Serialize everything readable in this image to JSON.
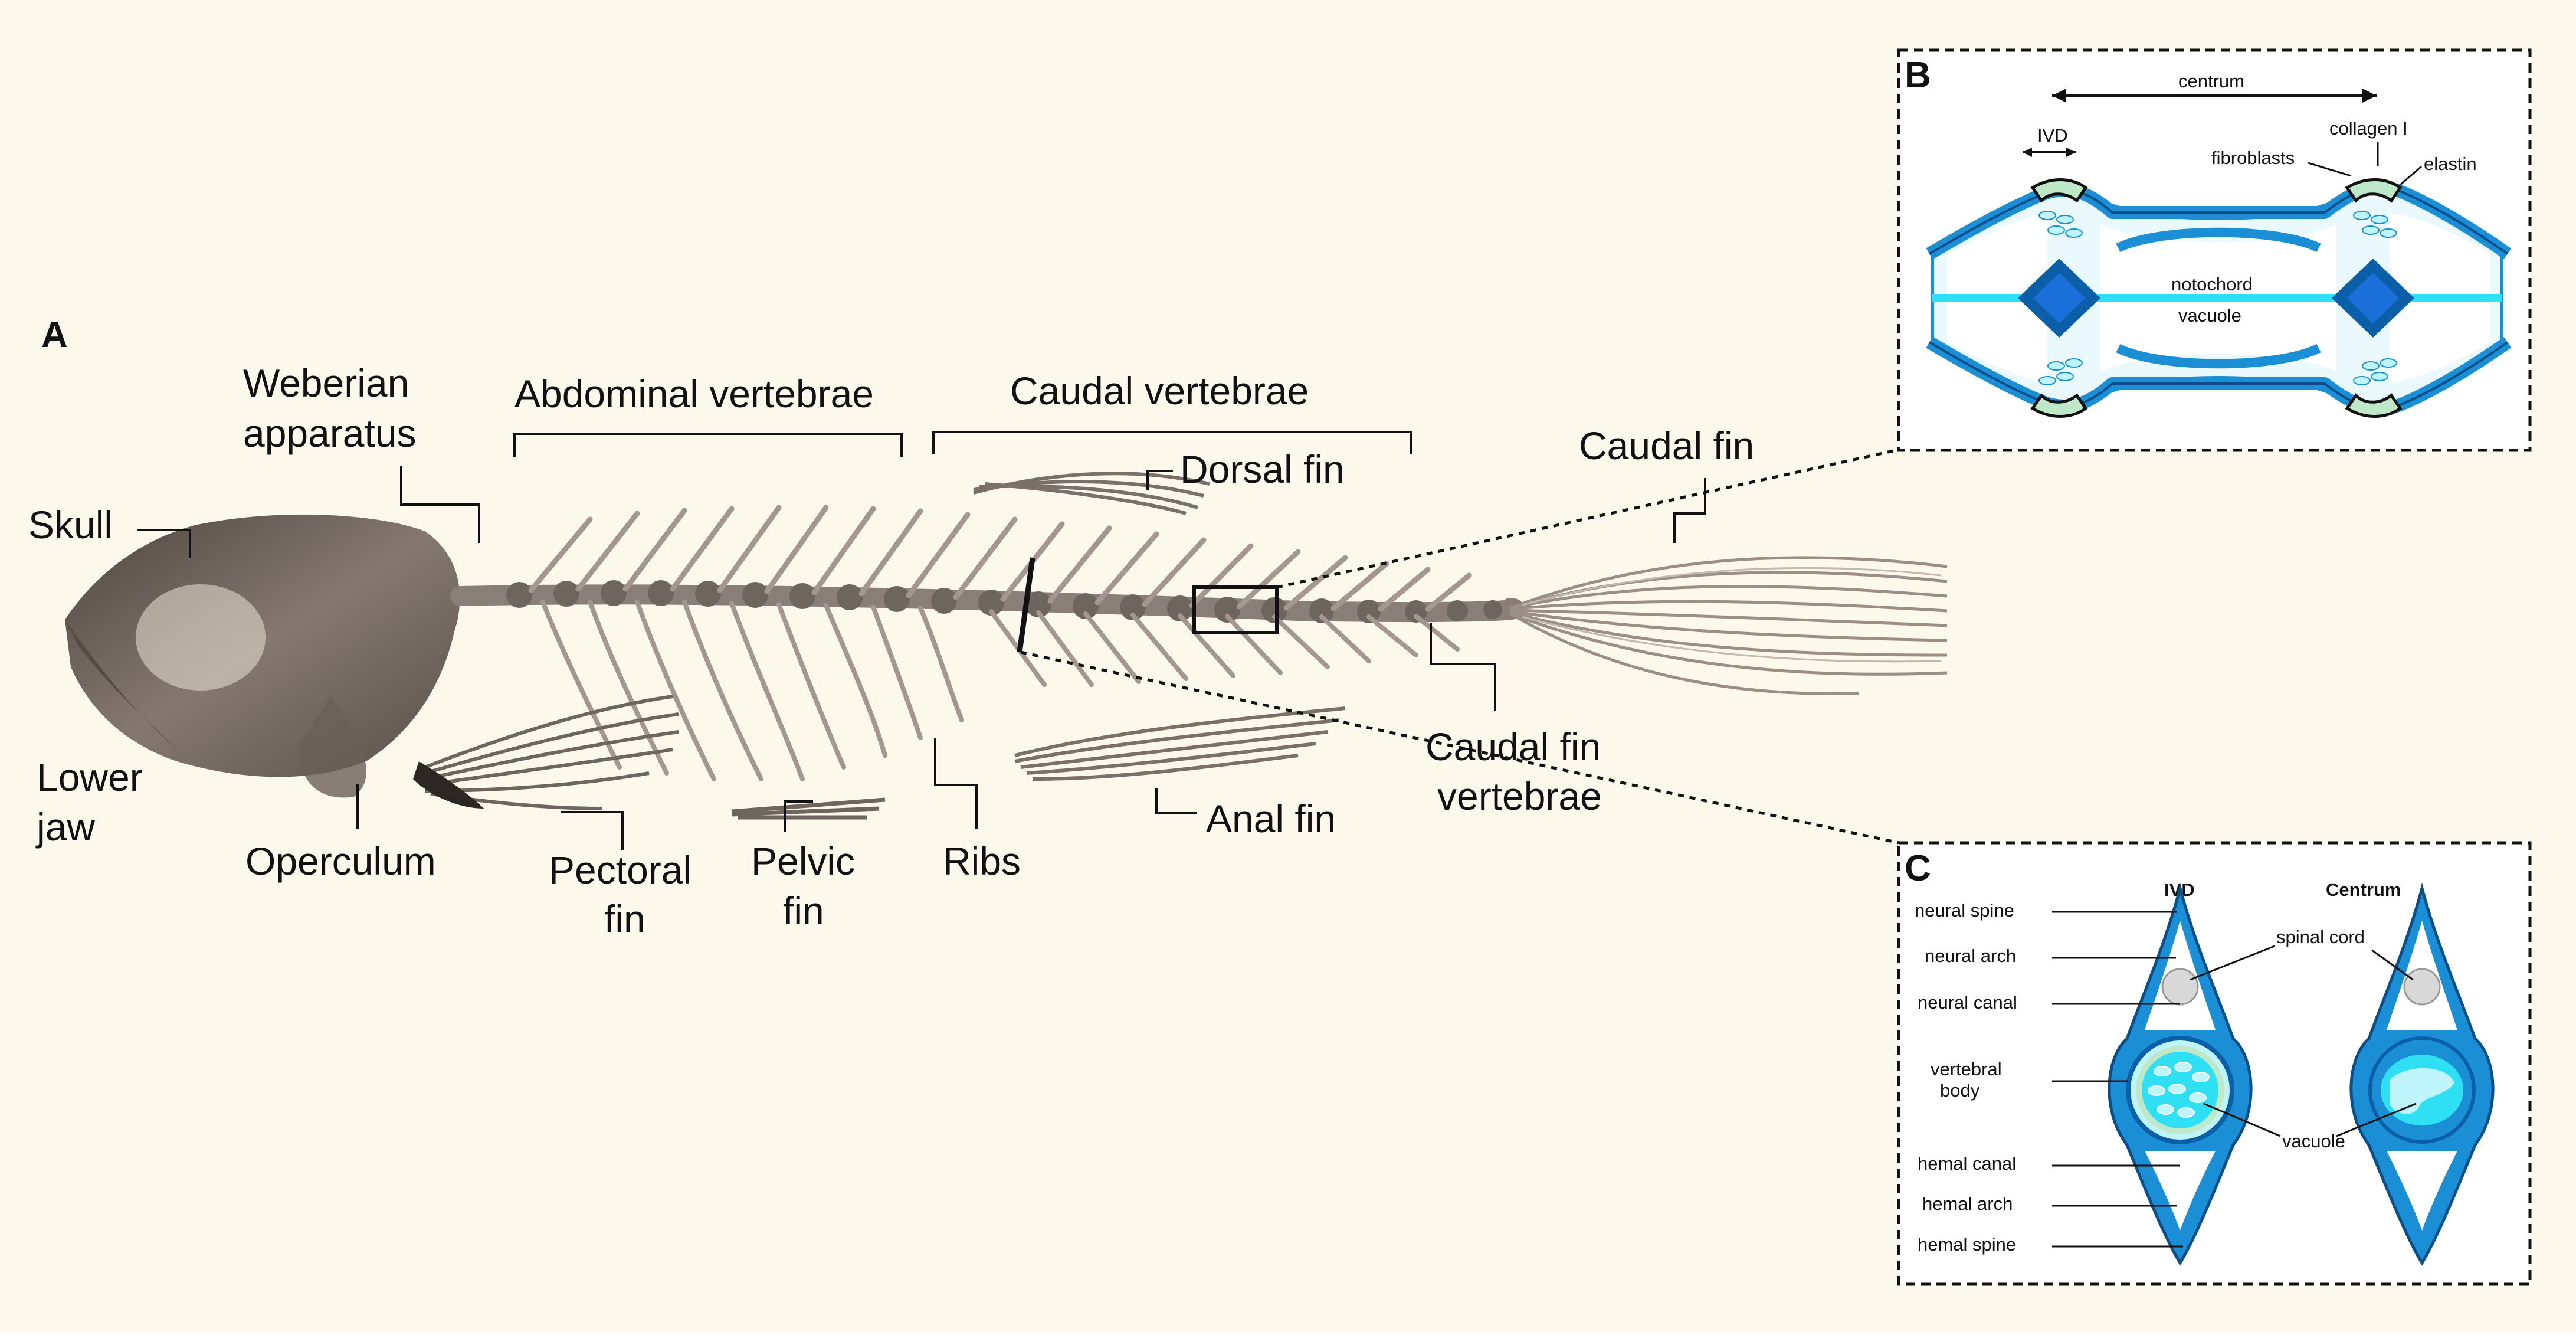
{
  "panels": {
    "a": "A",
    "b": "B",
    "c": "C"
  },
  "fish_labels": {
    "weberian_1": "Weberian",
    "weberian_2": "apparatus",
    "abdominal": "Abdominal vertebrae",
    "caudal_vert": "Caudal vertebrae",
    "caudal_fin": "Caudal fin",
    "dorsal_fin": "Dorsal fin",
    "skull": "Skull",
    "lower_jaw_1": "Lower",
    "lower_jaw_2": "jaw",
    "operculum": "Operculum",
    "pectoral_1": "Pectoral",
    "pectoral_2": "fin",
    "pelvic_1": "Pelvic",
    "pelvic_2": "fin",
    "ribs": "Ribs",
    "anal_fin": "Anal fin",
    "caudal_fin_vert_1": "Caudal fin",
    "caudal_fin_vert_2": "vertebrae"
  },
  "panel_b": {
    "centrum": "centrum",
    "ivd": "IVD",
    "collagen": "collagen I",
    "fibroblasts": "fibroblasts",
    "elastin": "elastin",
    "notochord": "notochord",
    "vacuole": "vacuole"
  },
  "panel_c": {
    "ivd_title": "IVD",
    "centrum_title": "Centrum",
    "neural_spine": "neural spine",
    "neural_arch": "neural arch",
    "neural_canal": "neural canal",
    "vertebral_1": "vertebral",
    "vertebral_2": "body",
    "hemal_canal": "hemal canal",
    "hemal_arch": "hemal arch",
    "hemal_spine": "hemal spine",
    "spinal_cord": "spinal cord",
    "vacuole": "vacuole"
  },
  "colors": {
    "background": "#fcf8ec",
    "bone": "#8a7f78",
    "skull": "#5f5550",
    "blue_dark": "#0a5fa8",
    "blue_mid": "#1b8fd6",
    "cyan": "#2fe0f5",
    "light_cyan": "#bff4fb",
    "green": "#bfe8c8"
  }
}
